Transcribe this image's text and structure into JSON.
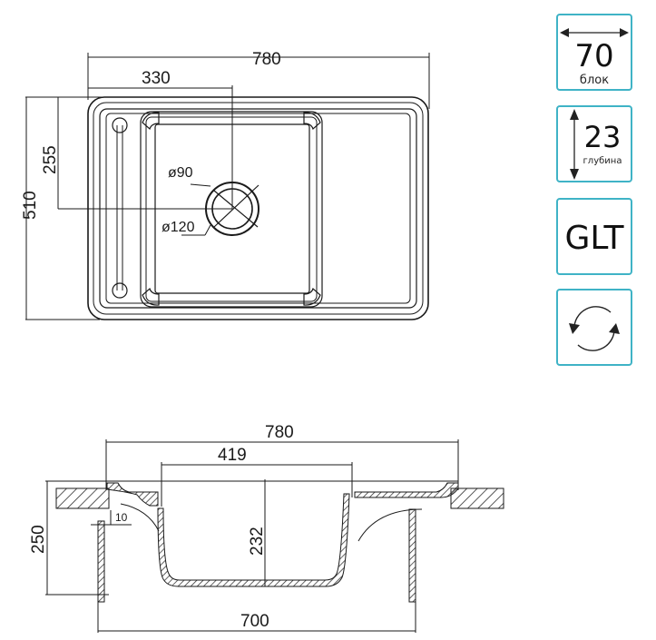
{
  "top_view": {
    "overall_width": "780",
    "drain_offset_x": "330",
    "overall_depth": "510",
    "drain_offset_y": "255",
    "drain_inner_diameter": "ø90",
    "drain_outer_diameter": "ø120"
  },
  "section_view": {
    "overall_width": "780",
    "bowl_width": "419",
    "bowl_depth": "232",
    "overall_height": "250",
    "cabinet_width": "700",
    "wall_thickness": "10"
  },
  "badges": [
    {
      "id": "block",
      "value": "70",
      "label": "блок",
      "icon": "horizontal-double-arrow-icon"
    },
    {
      "id": "depth",
      "value": "23",
      "label": "глубина",
      "icon": "vertical-double-arrow-icon"
    },
    {
      "id": "material",
      "value": "GLT",
      "label": "",
      "icon": ""
    },
    {
      "id": "reversible",
      "value": "",
      "label": "",
      "icon": "reversible-rotation-icon"
    }
  ],
  "colors": {
    "badge_border": "#3fb3c6",
    "line": "#1a1a1a"
  }
}
